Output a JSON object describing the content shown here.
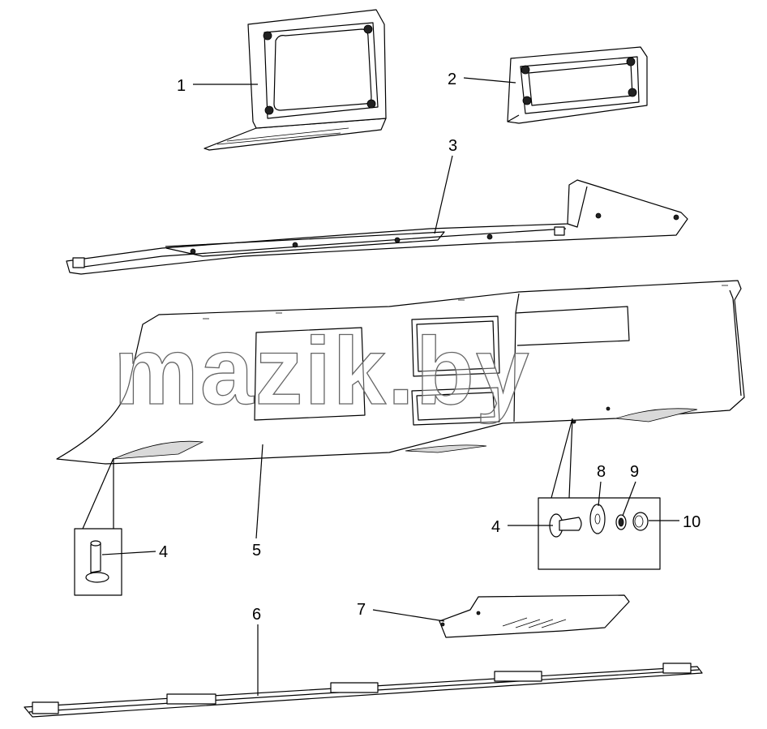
{
  "watermark": "mazik.by",
  "callouts": {
    "c1": "1",
    "c2": "2",
    "c3": "3",
    "c4a": "4",
    "c4b": "4",
    "c5": "5",
    "c6": "6",
    "c7": "7",
    "c8": "8",
    "c9": "9",
    "c10": "10"
  },
  "colors": {
    "line": "#000000",
    "background": "#ffffff",
    "watermark_outline": "#666666"
  }
}
